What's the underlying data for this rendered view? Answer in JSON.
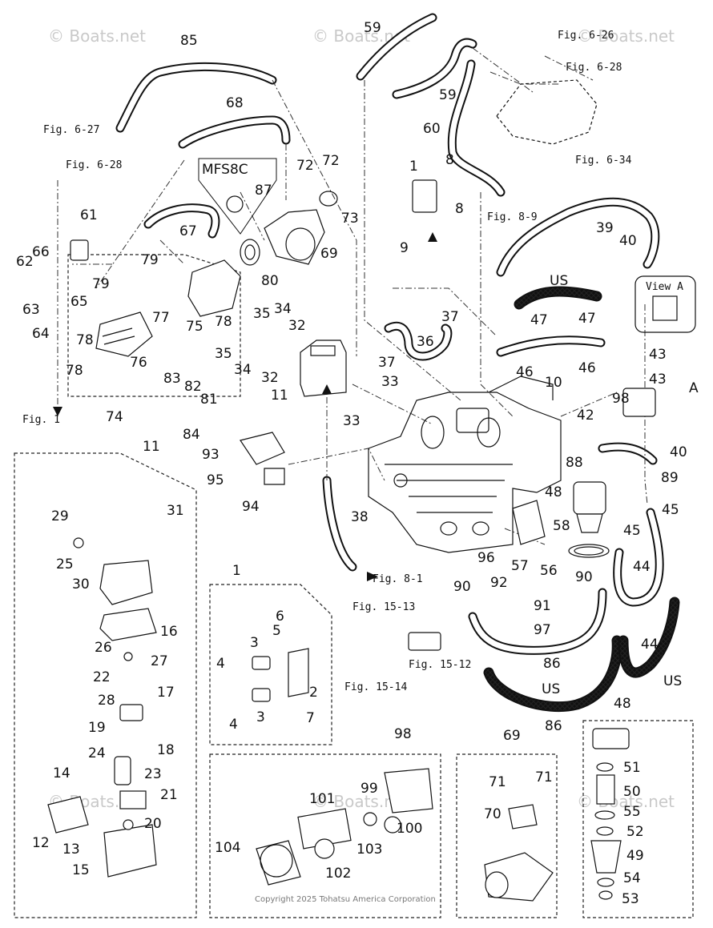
{
  "diagram": {
    "watermark": "© Boats.net",
    "copyright": "Copyright 2025 Tohatsu America Corporation",
    "variant_label": "MFS8C",
    "view_label": "View A",
    "view_marker": "A",
    "us_label": "US",
    "refs": {
      "fig_6_26": "Fig. 6-26",
      "fig_6_28": "Fig. 6-28",
      "fig_6_27": "Fig. 6-27",
      "fig_6_34": "Fig. 6-34",
      "fig_8_9": "Fig. 8-9",
      "fig_8_1": "Fig. 8-1",
      "fig_15_13": "Fig. 15-13",
      "fig_15_12": "Fig. 15-12",
      "fig_15_14": "Fig. 15-14",
      "fig_1": "Fig. 1"
    },
    "callouts": [
      {
        "id": "c85",
        "text": "85"
      },
      {
        "id": "c59a",
        "text": "59"
      },
      {
        "id": "c59b",
        "text": "59"
      },
      {
        "id": "c68",
        "text": "68"
      },
      {
        "id": "c60",
        "text": "60"
      },
      {
        "id": "c72a",
        "text": "72"
      },
      {
        "id": "c72b",
        "text": "72"
      },
      {
        "id": "c73",
        "text": "73"
      },
      {
        "id": "c87",
        "text": "87"
      },
      {
        "id": "c67",
        "text": "67"
      },
      {
        "id": "c61",
        "text": "61"
      },
      {
        "id": "c69",
        "text": "69"
      },
      {
        "id": "c80",
        "text": "80"
      },
      {
        "id": "c79a",
        "text": "79"
      },
      {
        "id": "c79b",
        "text": "79"
      },
      {
        "id": "c66",
        "text": "66"
      },
      {
        "id": "c62",
        "text": "62"
      },
      {
        "id": "c63",
        "text": "63"
      },
      {
        "id": "c65",
        "text": "65"
      },
      {
        "id": "c64",
        "text": "64"
      },
      {
        "id": "c77",
        "text": "77"
      },
      {
        "id": "c75",
        "text": "75"
      },
      {
        "id": "c78a",
        "text": "78"
      },
      {
        "id": "c78b",
        "text": "78"
      },
      {
        "id": "c78c",
        "text": "78"
      },
      {
        "id": "c76",
        "text": "76"
      },
      {
        "id": "c74",
        "text": "74"
      },
      {
        "id": "c1",
        "text": "1"
      },
      {
        "id": "c8a",
        "text": "8"
      },
      {
        "id": "c8b",
        "text": "8"
      },
      {
        "id": "c9",
        "text": "9"
      },
      {
        "id": "c39",
        "text": "39"
      },
      {
        "id": "c40a",
        "text": "40"
      },
      {
        "id": "c40b",
        "text": "40"
      },
      {
        "id": "c35a",
        "text": "35"
      },
      {
        "id": "c35b",
        "text": "35"
      },
      {
        "id": "c34a",
        "text": "34"
      },
      {
        "id": "c34b",
        "text": "34"
      },
      {
        "id": "c32a",
        "text": "32"
      },
      {
        "id": "c32b",
        "text": "32"
      },
      {
        "id": "c37a",
        "text": "37"
      },
      {
        "id": "c37b",
        "text": "37"
      },
      {
        "id": "c36",
        "text": "36"
      },
      {
        "id": "c47a",
        "text": "47"
      },
      {
        "id": "c47b",
        "text": "47"
      },
      {
        "id": "c46a",
        "text": "46"
      },
      {
        "id": "c46b",
        "text": "46"
      },
      {
        "id": "c10",
        "text": "10"
      },
      {
        "id": "c43a",
        "text": "43"
      },
      {
        "id": "c43b",
        "text": "43"
      },
      {
        "id": "c33a",
        "text": "33"
      },
      {
        "id": "c33b",
        "text": "33"
      },
      {
        "id": "c11a",
        "text": "11"
      },
      {
        "id": "c11b",
        "text": "11"
      },
      {
        "id": "c98a",
        "text": "98"
      },
      {
        "id": "c42",
        "text": "42"
      },
      {
        "id": "c83",
        "text": "83"
      },
      {
        "id": "c82",
        "text": "82"
      },
      {
        "id": "c81",
        "text": "81"
      },
      {
        "id": "c84",
        "text": "84"
      },
      {
        "id": "c93",
        "text": "93"
      },
      {
        "id": "c95",
        "text": "95"
      },
      {
        "id": "c94",
        "text": "94"
      },
      {
        "id": "c88",
        "text": "88"
      },
      {
        "id": "c89",
        "text": "89"
      },
      {
        "id": "c48a",
        "text": "48"
      },
      {
        "id": "c48b",
        "text": "48"
      },
      {
        "id": "c45a",
        "text": "45"
      },
      {
        "id": "c45b",
        "text": "45"
      },
      {
        "id": "c38",
        "text": "38"
      },
      {
        "id": "c58",
        "text": "58"
      },
      {
        "id": "c96",
        "text": "96"
      },
      {
        "id": "c57",
        "text": "57"
      },
      {
        "id": "c56",
        "text": "56"
      },
      {
        "id": "c44a",
        "text": "44"
      },
      {
        "id": "c44b",
        "text": "44"
      },
      {
        "id": "c90a",
        "text": "90"
      },
      {
        "id": "c90b",
        "text": "90"
      },
      {
        "id": "c92",
        "text": "92"
      },
      {
        "id": "c91",
        "text": "91"
      },
      {
        "id": "c97",
        "text": "97"
      },
      {
        "id": "c86a",
        "text": "86"
      },
      {
        "id": "c86b",
        "text": "86"
      },
      {
        "id": "c29",
        "text": "29"
      },
      {
        "id": "c31",
        "text": "31"
      },
      {
        "id": "c25",
        "text": "25"
      },
      {
        "id": "c30",
        "text": "30"
      },
      {
        "id": "c16",
        "text": "16"
      },
      {
        "id": "c26",
        "text": "26"
      },
      {
        "id": "c27",
        "text": "27"
      },
      {
        "id": "c22",
        "text": "22"
      },
      {
        "id": "c28",
        "text": "28"
      },
      {
        "id": "c17",
        "text": "17"
      },
      {
        "id": "c19",
        "text": "19"
      },
      {
        "id": "c18",
        "text": "18"
      },
      {
        "id": "c24",
        "text": "24"
      },
      {
        "id": "c23",
        "text": "23"
      },
      {
        "id": "c14",
        "text": "14"
      },
      {
        "id": "c21",
        "text": "21"
      },
      {
        "id": "c20",
        "text": "20"
      },
      {
        "id": "c12",
        "text": "12"
      },
      {
        "id": "c13",
        "text": "13"
      },
      {
        "id": "c15",
        "text": "15"
      },
      {
        "id": "c1b",
        "text": "1"
      },
      {
        "id": "c6",
        "text": "6"
      },
      {
        "id": "c5",
        "text": "5"
      },
      {
        "id": "c3a",
        "text": "3"
      },
      {
        "id": "c3b",
        "text": "3"
      },
      {
        "id": "c4a",
        "text": "4"
      },
      {
        "id": "c4b",
        "text": "4"
      },
      {
        "id": "c2",
        "text": "2"
      },
      {
        "id": "c7",
        "text": "7"
      },
      {
        "id": "c98b",
        "text": "98"
      },
      {
        "id": "c101",
        "text": "101"
      },
      {
        "id": "c99",
        "text": "99"
      },
      {
        "id": "c100",
        "text": "100"
      },
      {
        "id": "c103",
        "text": "103"
      },
      {
        "id": "c104",
        "text": "104"
      },
      {
        "id": "c102",
        "text": "102"
      },
      {
        "id": "c69b",
        "text": "69"
      },
      {
        "id": "c71a",
        "text": "71"
      },
      {
        "id": "c71b",
        "text": "71"
      },
      {
        "id": "c70",
        "text": "70"
      },
      {
        "id": "c51",
        "text": "51"
      },
      {
        "id": "c50",
        "text": "50"
      },
      {
        "id": "c55",
        "text": "55"
      },
      {
        "id": "c52",
        "text": "52"
      },
      {
        "id": "c49",
        "text": "49"
      },
      {
        "id": "c54",
        "text": "54"
      },
      {
        "id": "c53",
        "text": "53"
      }
    ]
  }
}
